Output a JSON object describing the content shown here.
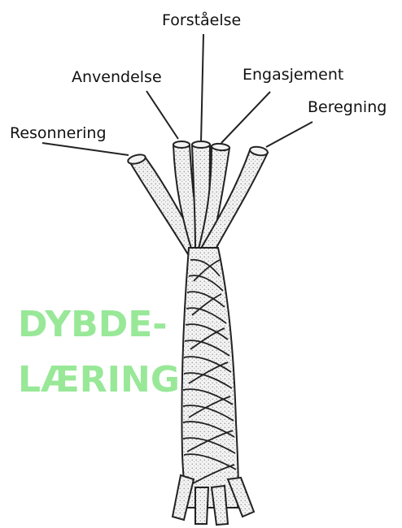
{
  "strands": [
    {
      "key": "forstaaelse",
      "label": "Forståelse"
    },
    {
      "key": "anvendelse",
      "label": "Anvendelse"
    },
    {
      "key": "engasjement",
      "label": "Engasjement"
    },
    {
      "key": "beregning",
      "label": "Beregning"
    },
    {
      "key": "resonnering",
      "label": "Resonnering"
    }
  ],
  "overlay": {
    "line1": "DYBDE-",
    "line2": "LÆRING",
    "color": "#98e898"
  }
}
